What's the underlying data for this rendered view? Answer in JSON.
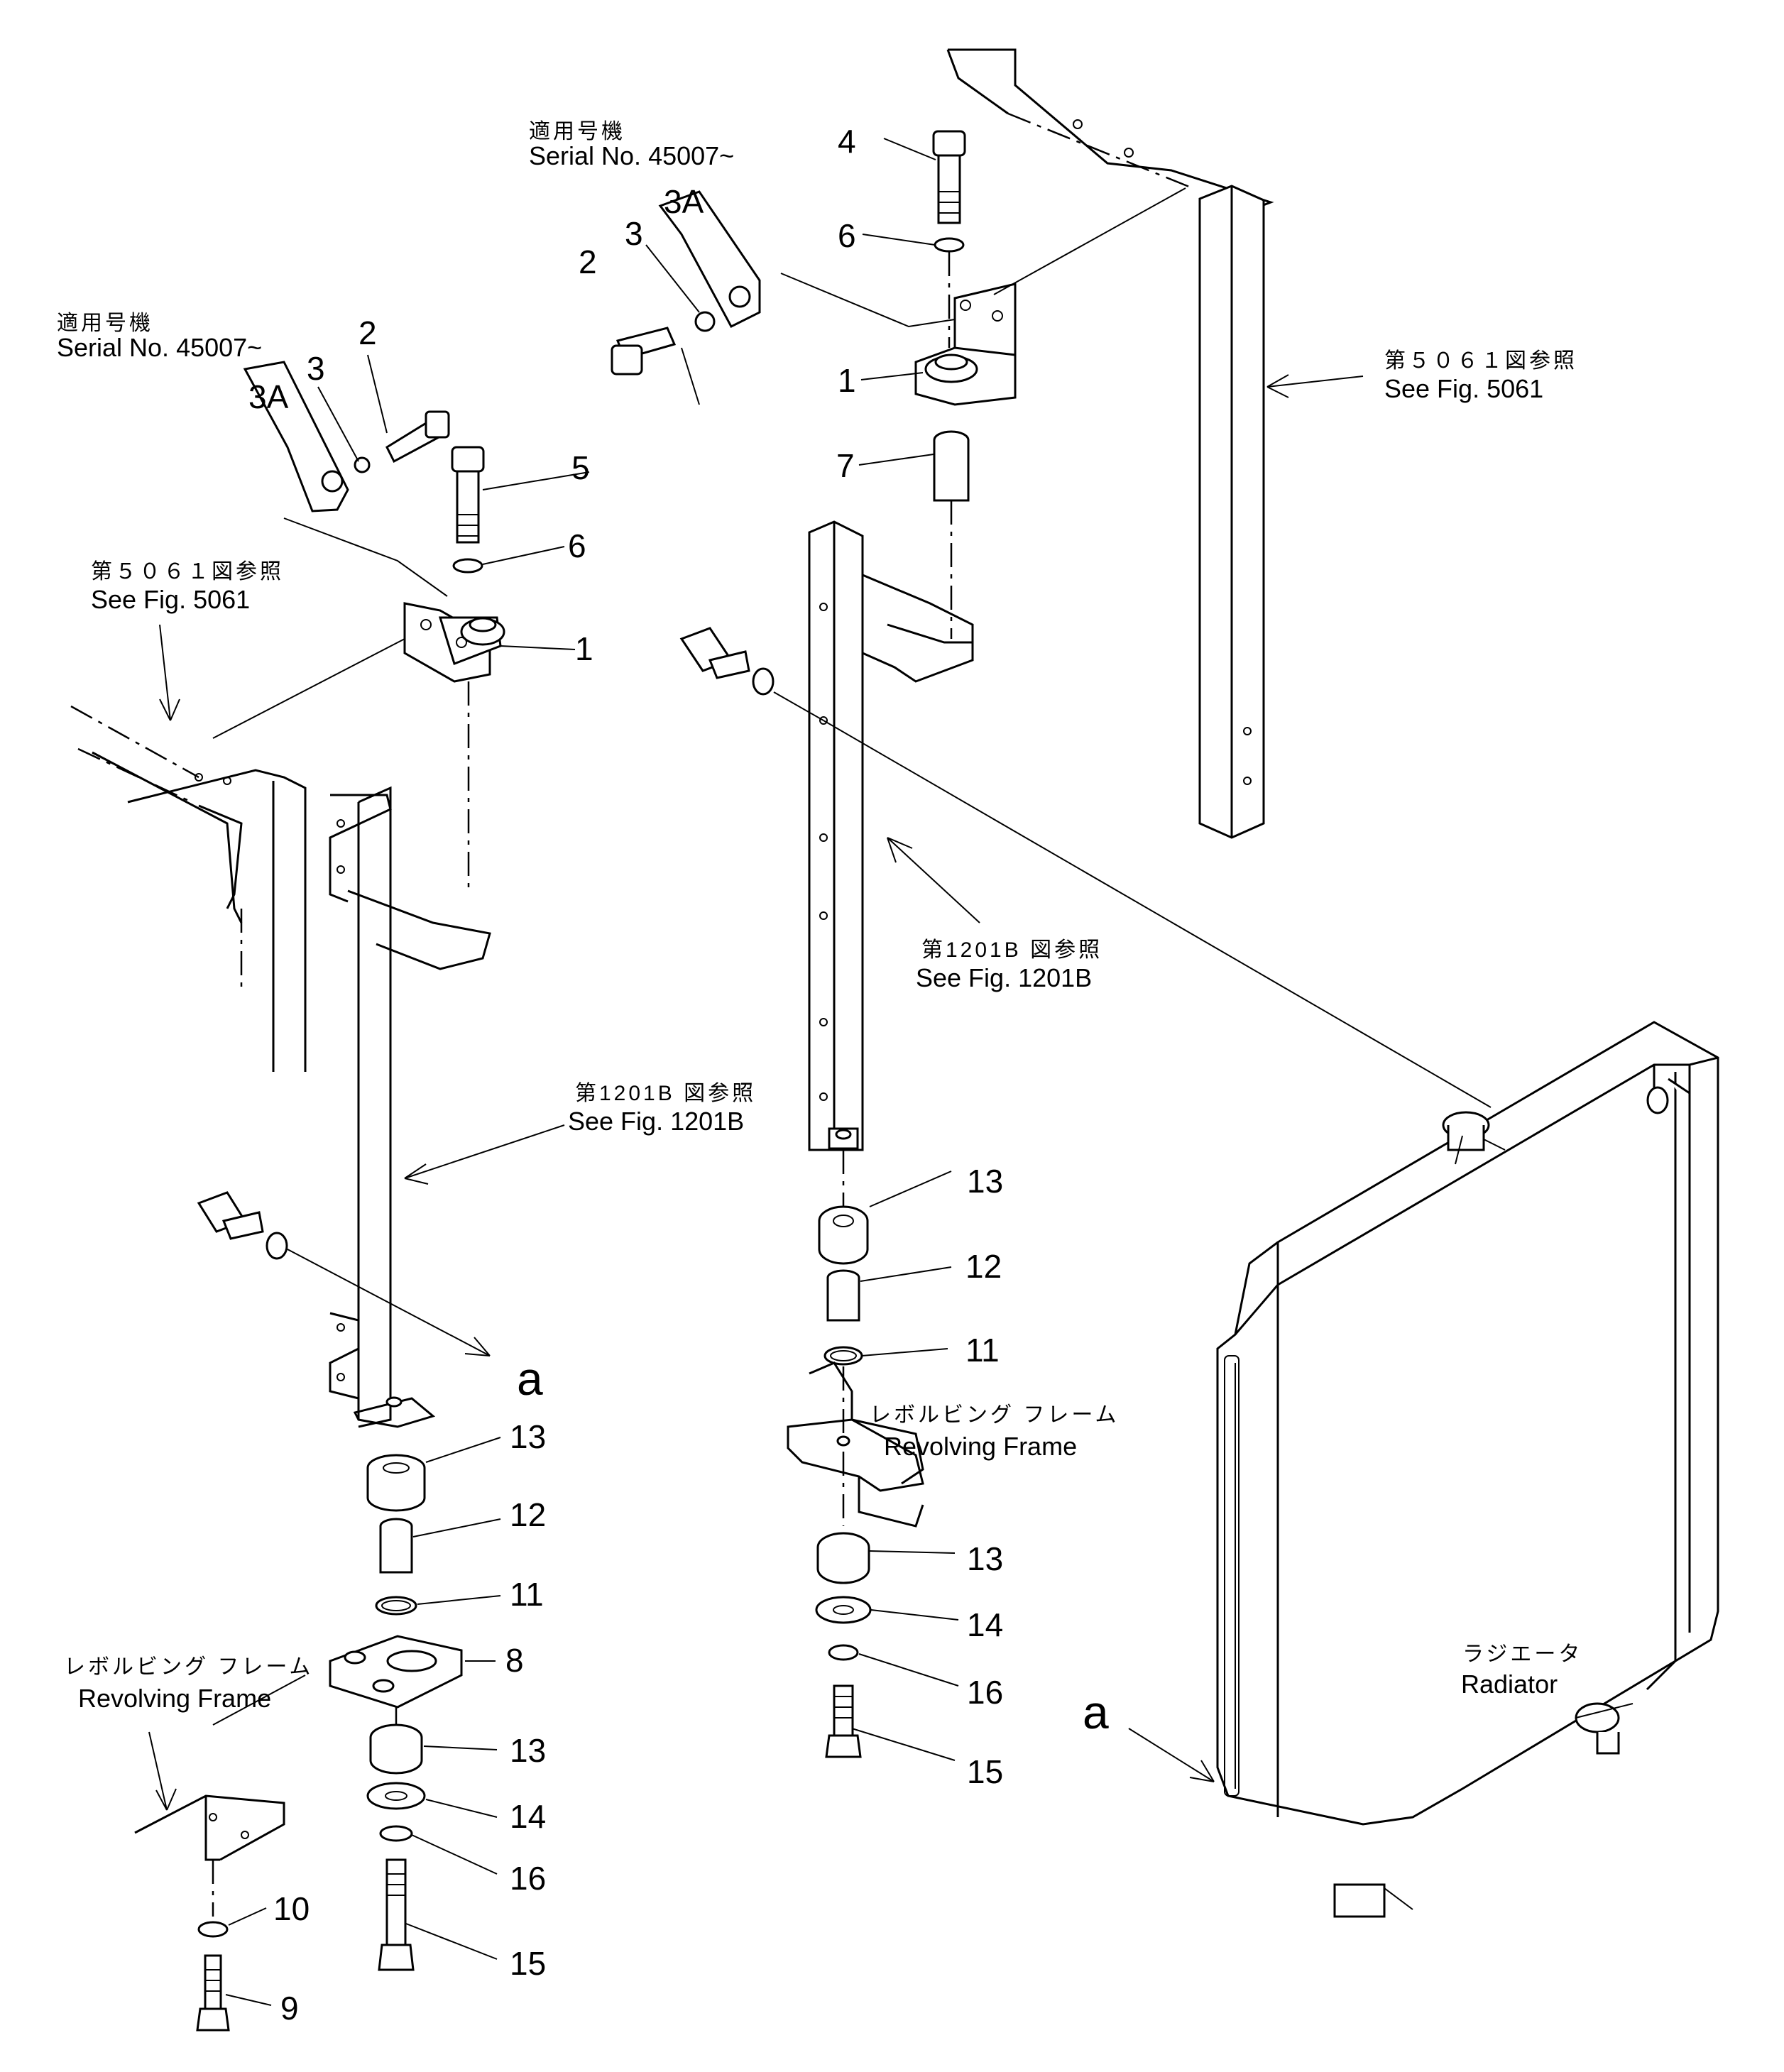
{
  "diagram": {
    "notes": {
      "serial_jp": "適用号機",
      "serial_en": "Serial No. 45007~",
      "fig5061_jp": "第５０６１図参照",
      "fig5061_en": "See Fig. 5061",
      "fig1201b_jp": "第1201B 図参照",
      "fig1201b_en": "See Fig. 1201B",
      "frame_jp": "レボルビング フレーム",
      "frame_en": "Revolving Frame",
      "radiator_jp": "ラジエータ",
      "radiator_en": "Radiator",
      "ref_a": "a"
    },
    "callouts": {
      "c1": "1",
      "c2": "2",
      "c3": "3",
      "c3a": "3A",
      "c4": "4",
      "c5": "5",
      "c6": "6",
      "c7": "7",
      "c8": "8",
      "c9": "9",
      "c10": "10",
      "c11": "11",
      "c12": "12",
      "c13": "13",
      "c14": "14",
      "c15": "15",
      "c16": "16"
    }
  }
}
